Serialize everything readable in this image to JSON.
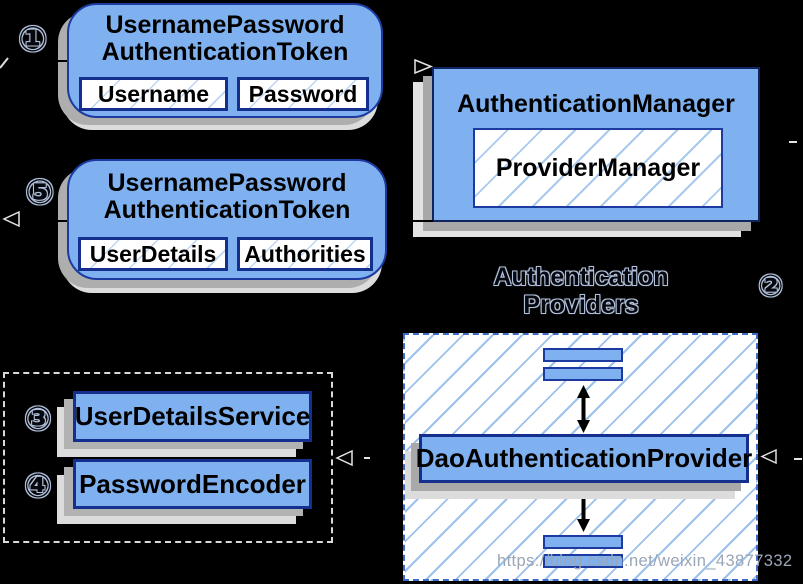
{
  "diagram": {
    "token_request": {
      "number": "①",
      "title_line1": "UsernamePassword",
      "title_line2": "AuthenticationToken",
      "fields": [
        "Username",
        "Password"
      ]
    },
    "token_authenticated": {
      "number": "⑤",
      "title_line1": "UsernamePassword",
      "title_line2": "AuthenticationToken",
      "fields": [
        "UserDetails",
        "Authorities"
      ]
    },
    "authentication_manager": {
      "title": "AuthenticationManager",
      "inner": "ProviderManager"
    },
    "providers_group": {
      "label_line1": "Authentication",
      "label_line2": "Providers",
      "number": "②",
      "provider": "DaoAuthenticationProvider"
    },
    "collaborators": {
      "items": [
        {
          "number": "③",
          "label": "UserDetailsService"
        },
        {
          "number": "④",
          "label": "PasswordEncoder"
        }
      ]
    },
    "watermark": "https://blog.csdn.net/weixin_43877332"
  },
  "colors": {
    "background": "#000000",
    "node_fill": "#7fb1f0",
    "node_border": "#1c3aa0",
    "hatch_line": "#9cc2ec",
    "shadow_gray": "#aeaeae",
    "shadow_light": "#dcdcdc",
    "dashed_blue_border": "#3e6cc8",
    "dashed_gray_border": "#d9d9d9",
    "watermark_gray": "#9aa6b6"
  }
}
